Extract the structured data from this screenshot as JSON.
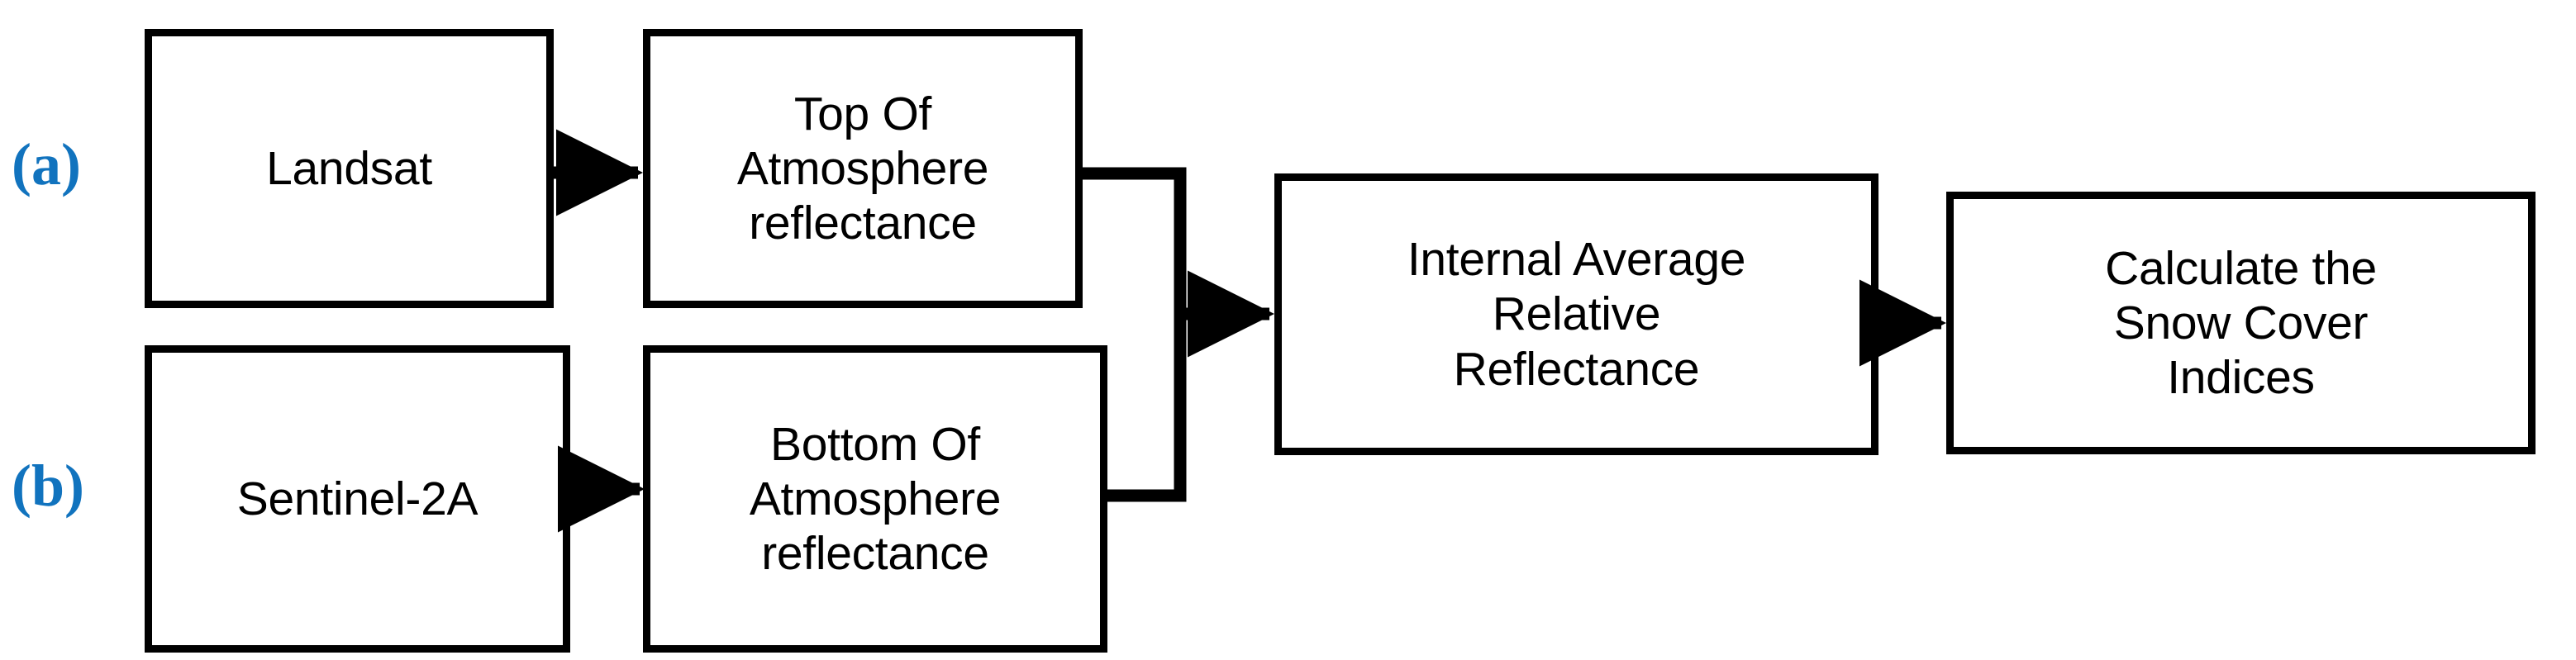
{
  "figure": {
    "type": "flowchart",
    "orientation": "left-to-right",
    "background_color": "#ffffff",
    "stroke_color": "#000000",
    "label_color": "#1173be"
  },
  "panel_labels": [
    {
      "id": "a",
      "text": "(a)",
      "row": "top"
    },
    {
      "id": "b",
      "text": "(b)",
      "row": "bottom"
    }
  ],
  "nodes": [
    {
      "id": "landsat",
      "text": "Landsat"
    },
    {
      "id": "toa",
      "text": "Top Of\nAtmosphere\nreflectance"
    },
    {
      "id": "sentinel",
      "text": "Sentinel-2A"
    },
    {
      "id": "boa",
      "text": "Bottom Of\nAtmosphere\nreflectance"
    },
    {
      "id": "iarr",
      "text": "Internal Average\nRelative\nReflectance"
    },
    {
      "id": "indices",
      "text": "Calculate the\nSnow Cover\nIndices"
    }
  ],
  "edges": [
    {
      "id": "landsat-to-toa",
      "from": "landsat",
      "to": "toa",
      "style": "straight-arrow"
    },
    {
      "id": "sentinel-to-boa",
      "from": "sentinel",
      "to": "boa",
      "style": "straight-arrow"
    },
    {
      "id": "toa-to-iarr",
      "from": "toa",
      "to": "iarr",
      "style": "elbow-merge-arrow"
    },
    {
      "id": "boa-to-iarr",
      "from": "boa",
      "to": "iarr",
      "style": "elbow-merge-arrow"
    },
    {
      "id": "iarr-to-indices",
      "from": "iarr",
      "to": "indices",
      "style": "straight-arrow"
    }
  ]
}
